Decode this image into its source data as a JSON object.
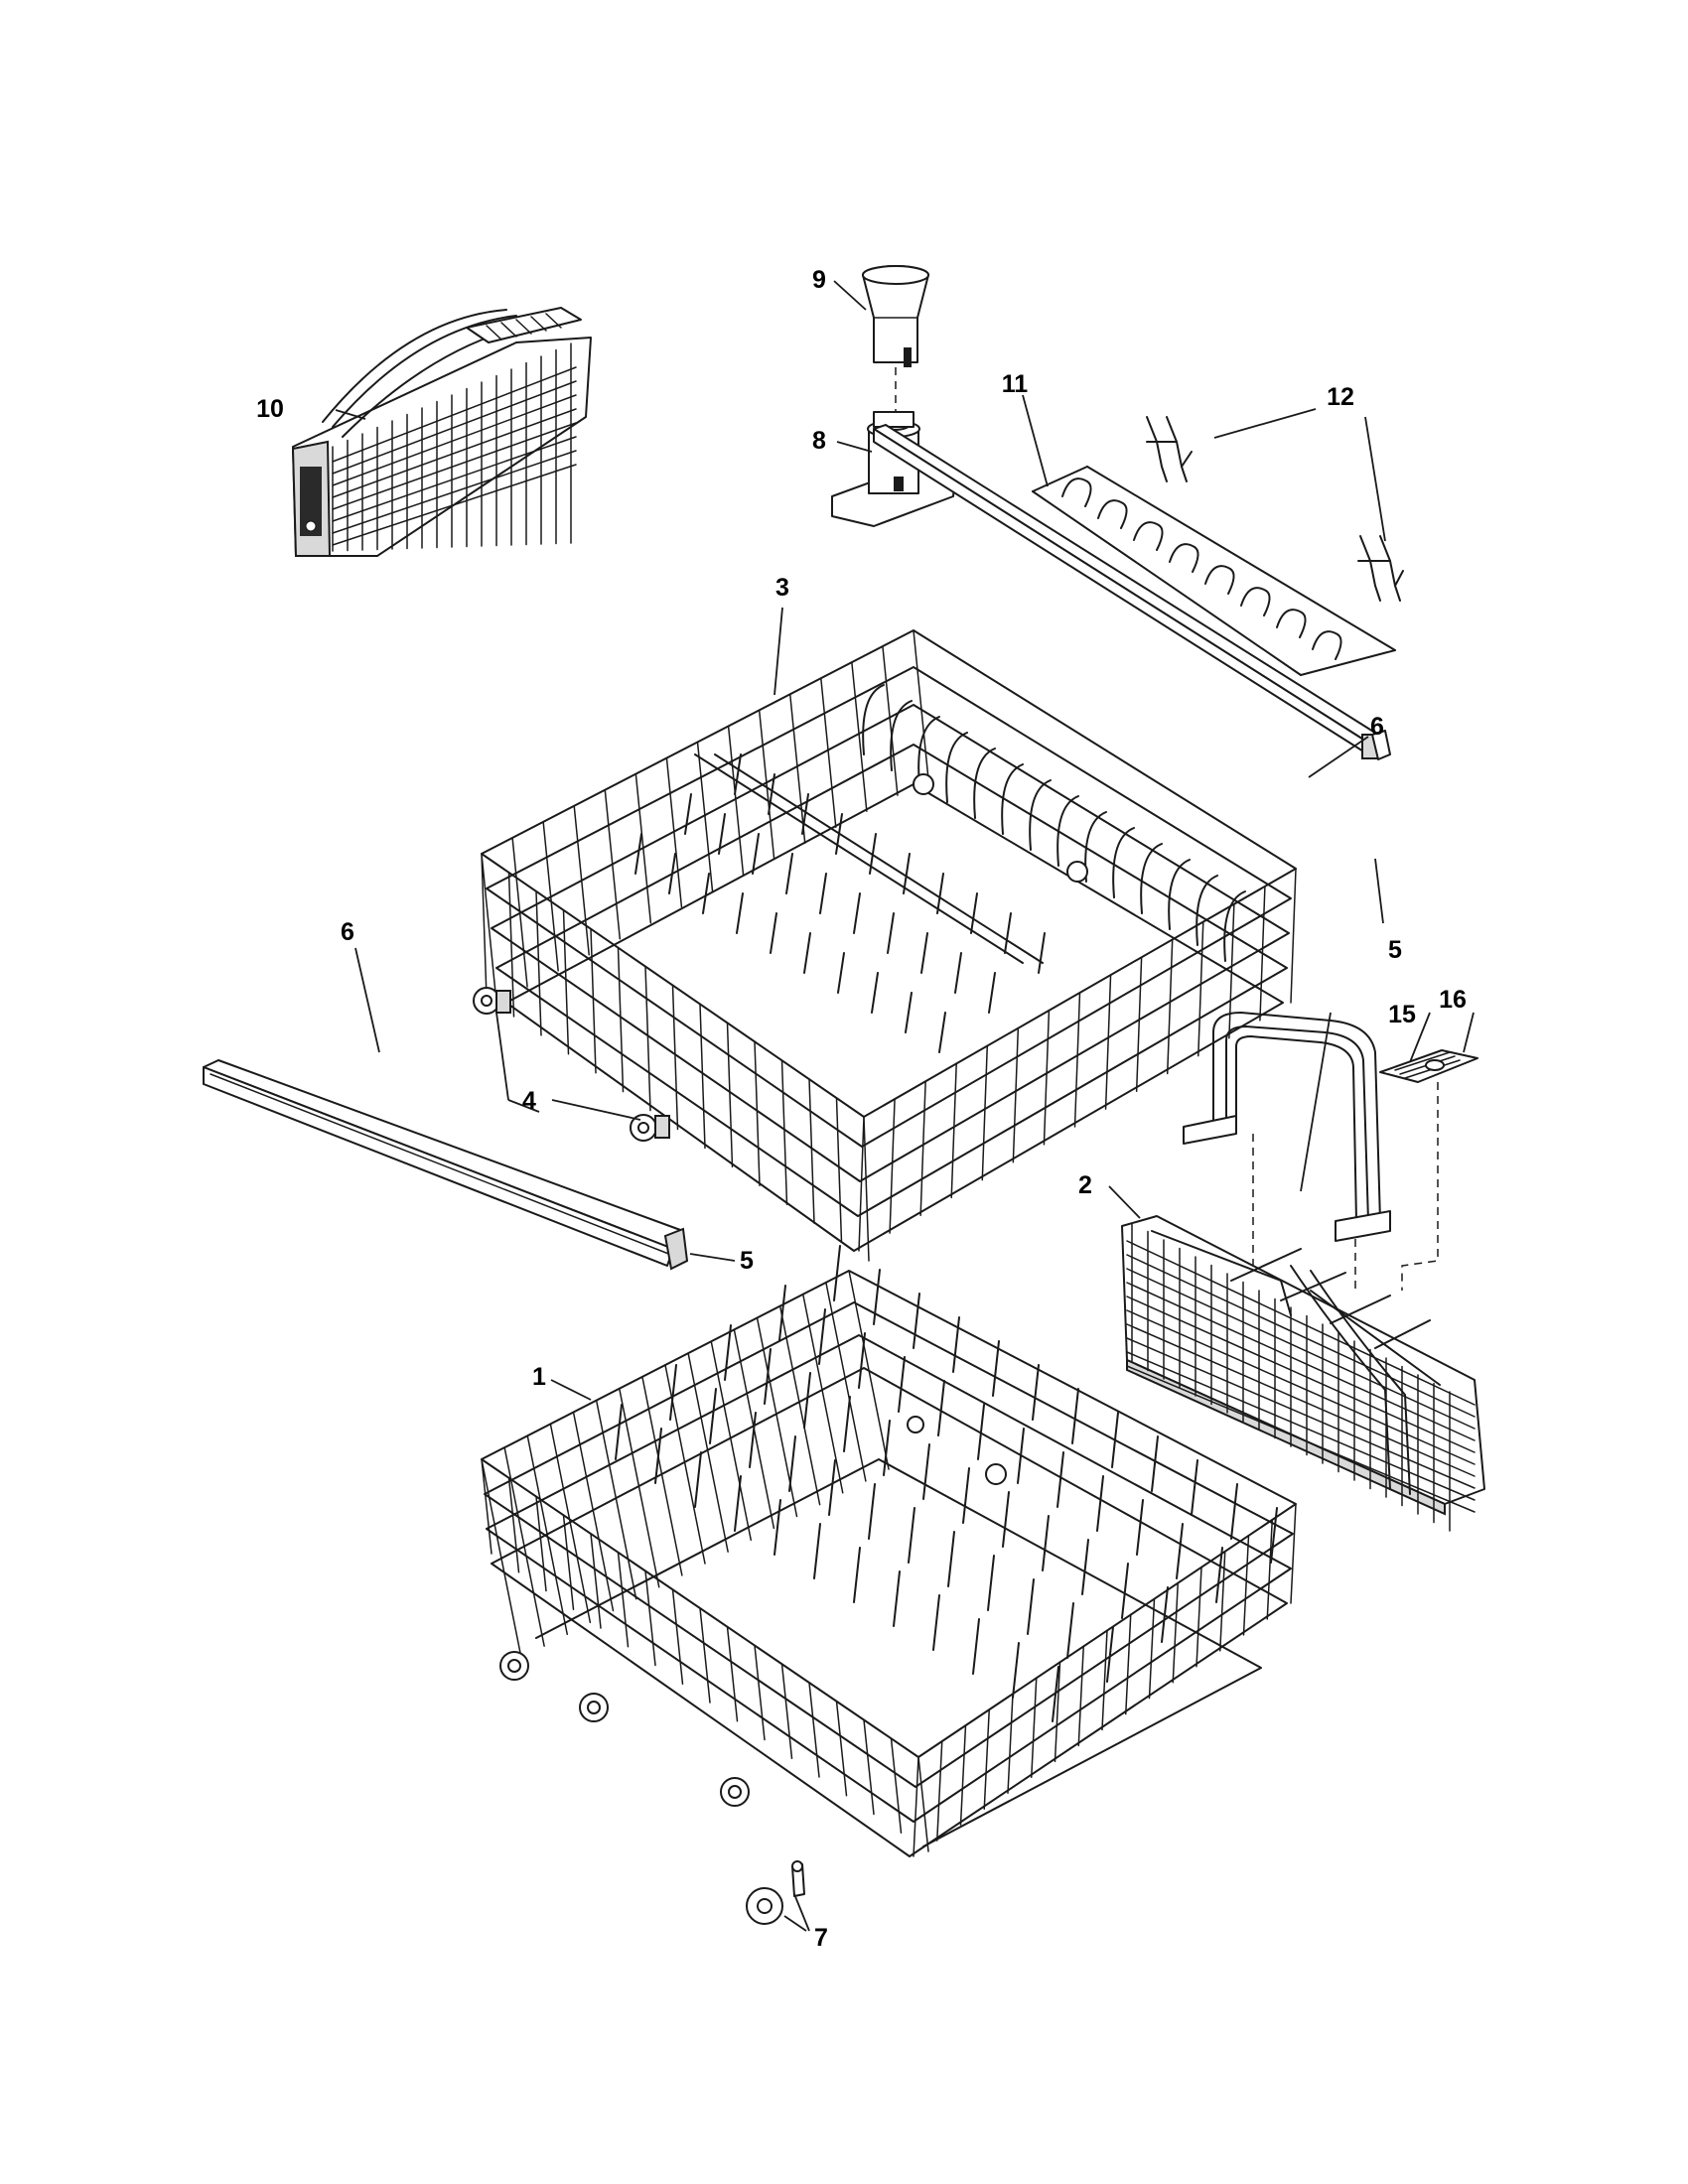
{
  "diagram": {
    "callouts": {
      "c1": "1",
      "c2": "2",
      "c3": "3",
      "c4": "4",
      "c5_upper": "5",
      "c5_lower": "5",
      "c6_upper": "6",
      "c6_lower": "6",
      "c7": "7",
      "c8": "8",
      "c9": "9",
      "c10": "10",
      "c11": "11",
      "c12": "12",
      "c15": "15",
      "c16": "16"
    }
  }
}
